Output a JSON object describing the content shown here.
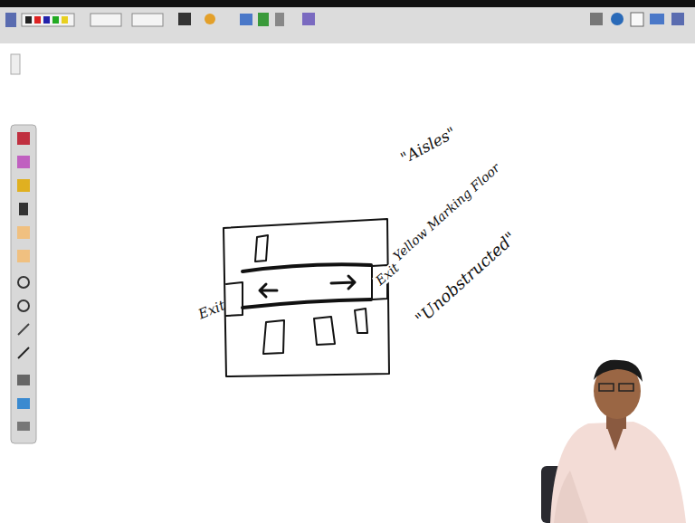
{
  "diagram": {
    "labels": [
      "\"Aisles\"",
      "Yellow Marking Floor",
      "\"Unobstructed\"",
      "Exit",
      "Exit"
    ]
  }
}
